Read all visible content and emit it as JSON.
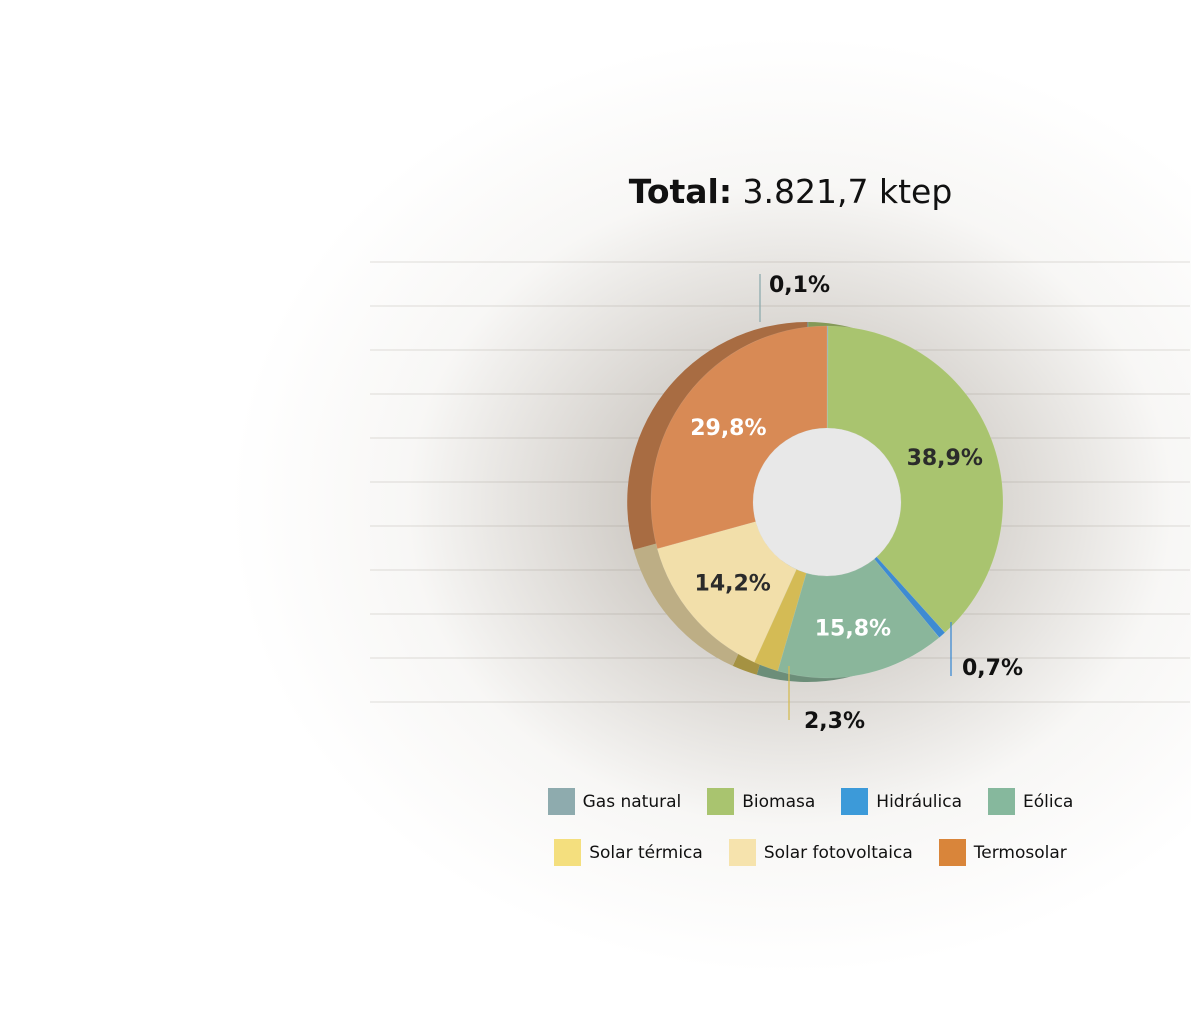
{
  "title": {
    "bold": "Total:",
    "rest": "3.821,7 ktep"
  },
  "chart_data": {
    "type": "pie",
    "donut": true,
    "title": "Total: 3.821,7 ktep",
    "slices": [
      {
        "name": "Gas natural",
        "value": 0.1,
        "label": "0,1%",
        "color": "#8eabae"
      },
      {
        "name": "Biomasa",
        "value": 38.9,
        "label": "38,9%",
        "color": "#a9c46f"
      },
      {
        "name": "Hidráulica",
        "value": 0.7,
        "label": "0,7%",
        "color": "#3e8bd2"
      },
      {
        "name": "Eólica",
        "value": 15.8,
        "label": "15,8%",
        "color": "#8ab69b"
      },
      {
        "name": "Solar térmica",
        "value": 2.3,
        "label": "2,3%",
        "color": "#d4bb55"
      },
      {
        "name": "Solar fotovoltaica",
        "value": 14.2,
        "label": "14,2%",
        "color": "#f2dfaa"
      },
      {
        "name": "Termosolar",
        "value": 29.8,
        "label": "29,8%",
        "color": "#d88a55"
      }
    ],
    "legend": {
      "placement": "bottom",
      "rows": [
        [
          {
            "label": "Gas natural",
            "color": "#8eabae"
          },
          {
            "label": "Biomasa",
            "color": "#a9c46f"
          },
          {
            "label": "Hidráulica",
            "color": "#3c9ad9"
          },
          {
            "label": "Eólica",
            "color": "#86b89d"
          }
        ],
        [
          {
            "label": "Solar térmica",
            "color": "#f4df7e"
          },
          {
            "label": "Solar fotovoltaica",
            "color": "#f6e3ad"
          },
          {
            "label": "Termosolar",
            "color": "#d9853a"
          }
        ]
      ]
    }
  }
}
